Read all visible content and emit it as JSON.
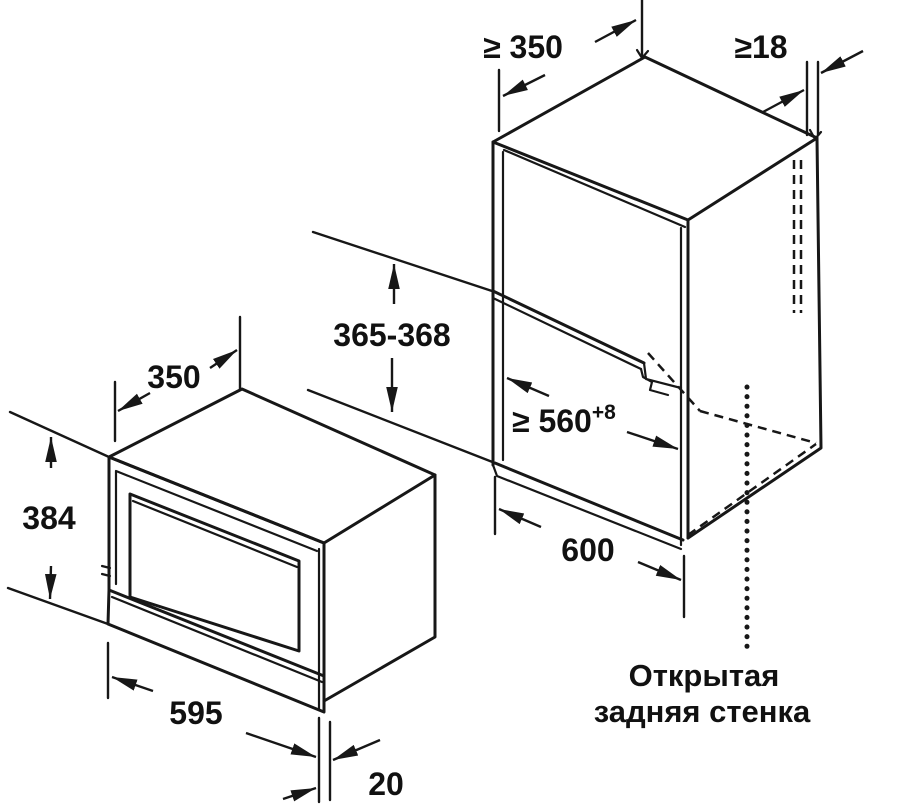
{
  "oven": {
    "depth_mm": "350",
    "height_mm": "384",
    "width_mm": "595",
    "door_overhang_mm": "20"
  },
  "cabinet": {
    "min_top_depth": "≥ 350",
    "min_side_thickness": "≥18",
    "niche_height_range": "365-368",
    "min_niche_width": "≥ 560",
    "niche_width_tolerance": "+8",
    "cabinet_width": "600",
    "open_back_label_line1": "Открытая",
    "open_back_label_line2": "задняя стенка"
  }
}
